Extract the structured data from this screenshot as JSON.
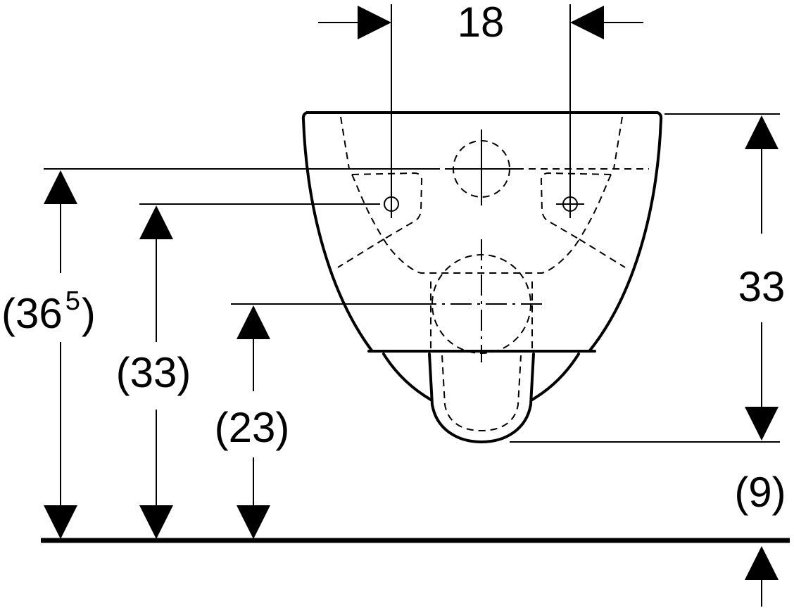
{
  "dimensions": {
    "hole_spacing": "18",
    "bowl_height": "33",
    "floor_gap": "(9)",
    "overall_height_main": "(36",
    "overall_height_sup": "5",
    "overall_height_close": ")",
    "fixing_height": "(33)",
    "outlet_height": "(23)"
  }
}
